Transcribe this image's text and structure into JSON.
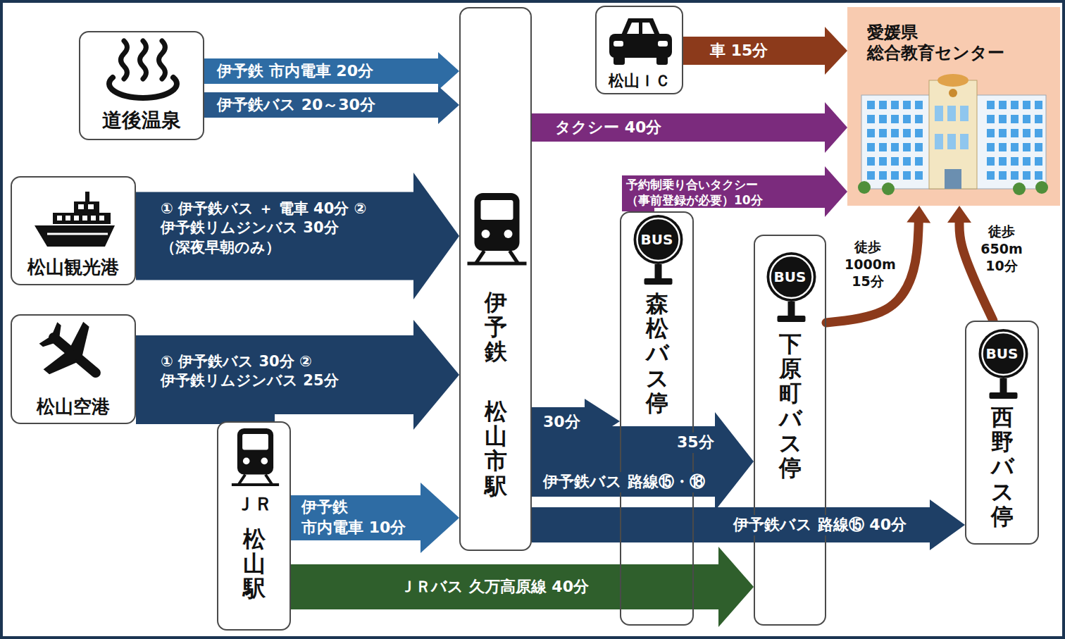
{
  "diagram": {
    "nodes": [
      {
        "text": [
          "道後温泉"
        ]
      },
      {
        "text": [
          "松山観光港"
        ]
      },
      {
        "text": [
          "松山空港"
        ]
      },
      {
        "text": [
          "ＪＲ",
          "松山駅"
        ]
      },
      {
        "text": [
          "伊予鉄",
          "松山市駅"
        ]
      },
      {
        "text": [
          "松山ＩＣ"
        ]
      },
      {
        "text": [
          "愛媛県 総合教育センター"
        ]
      },
      {
        "text": [
          "BUS",
          "森松バス停"
        ]
      },
      {
        "text": [
          "BUS",
          "下原町バス停"
        ]
      },
      {
        "text": [
          "BUS",
          "西野バス停"
        ]
      }
    ],
    "edges": [
      {
        "from": 0,
        "to": 4,
        "label": "伊予鉄 市内電車 20分",
        "arrow": "to"
      },
      {
        "from": 0,
        "to": 4,
        "label": "伊予鉄バス 20～30分",
        "arrow": "to"
      },
      {
        "from": 1,
        "to": 4,
        "label": "① 伊予鉄バス ＋ 電車 40分 ② 伊予鉄リムジンバス 30分 （深夜早朝のみ）",
        "arrow": "to"
      },
      {
        "from": 2,
        "to": 4,
        "label": "① 伊予鉄バス 30分 ② 伊予鉄リムジンバス 25分",
        "arrow": "to"
      },
      {
        "from": 2,
        "to": 3,
        "arrow": "none"
      },
      {
        "from": 3,
        "to": 4,
        "label": "伊予鉄 市内電車 10分",
        "arrow": "to"
      },
      {
        "from": 3,
        "to": 8,
        "label": "ＪＲバス 久万高原線 40分",
        "arrow": "to"
      },
      {
        "from": 5,
        "to": 6,
        "label": "車 15分",
        "arrow": "to"
      },
      {
        "from": 4,
        "to": 6,
        "label": "タクシー 40分",
        "arrow": "to"
      },
      {
        "from": 7,
        "to": 6,
        "label": "予約制乗り合いタクシー （事前登録が必要）10分",
        "arrow": "to"
      },
      {
        "from": 4,
        "to": 7,
        "label": "30分",
        "arrow": "to"
      },
      {
        "from": 4,
        "to": 8,
        "label": "35分",
        "arrow": "to"
      },
      {
        "from": 4,
        "to": 9,
        "label": "伊予鉄バス 路線⑮ 40分",
        "arrow": "to"
      },
      {
        "from": 8,
        "to": 6,
        "label": "徒歩 1000m 15分",
        "arrow": "to"
      },
      {
        "from": 9,
        "to": 6,
        "label": "徒歩 650m 10分",
        "arrow": "to"
      }
    ],
    "labels": [
      "伊予鉄バス 路線⑮・⑱"
    ]
  }
}
